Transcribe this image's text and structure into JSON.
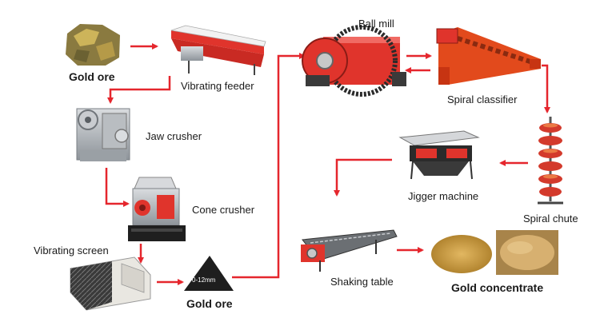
{
  "diagram": {
    "nodes": [
      {
        "id": "gold_ore_input",
        "label": "Gold ore",
        "icon": "gold-ore-rock-icon"
      },
      {
        "id": "vibrating_feeder",
        "label": "Vibrating feeder",
        "icon": "vibrating-feeder-icon"
      },
      {
        "id": "jaw_crusher",
        "label": "Jaw crusher",
        "icon": "jaw-crusher-icon"
      },
      {
        "id": "cone_crusher",
        "label": "Cone crusher",
        "icon": "cone-crusher-icon"
      },
      {
        "id": "vibrating_screen",
        "label": "Vibrating screen",
        "icon": "vibrating-screen-icon"
      },
      {
        "id": "gold_ore_sized",
        "label": "Gold ore",
        "size_label": "0-12mm",
        "icon": "ore-pile-triangle-icon"
      },
      {
        "id": "ball_mill",
        "label": "Ball mill",
        "icon": "ball-mill-icon"
      },
      {
        "id": "spiral_classifier",
        "label": "Spiral classifier",
        "icon": "spiral-classifier-icon"
      },
      {
        "id": "spiral_chute",
        "label": "Spiral chute",
        "icon": "spiral-chute-icon"
      },
      {
        "id": "jigger_machine",
        "label": "Jigger machine",
        "icon": "jigger-machine-icon"
      },
      {
        "id": "shaking_table",
        "label": "Shaking table",
        "icon": "shaking-table-icon"
      },
      {
        "id": "gold_concentrate",
        "label": "Gold concentrate",
        "icon": "gold-concentrate-icon"
      }
    ],
    "edges": [
      {
        "from": "gold_ore_input",
        "to": "vibrating_feeder"
      },
      {
        "from": "vibrating_feeder",
        "to": "jaw_crusher"
      },
      {
        "from": "jaw_crusher",
        "to": "cone_crusher"
      },
      {
        "from": "cone_crusher",
        "to": "vibrating_screen"
      },
      {
        "from": "vibrating_screen",
        "to": "gold_ore_sized"
      },
      {
        "from": "gold_ore_sized",
        "to": "ball_mill"
      },
      {
        "from": "ball_mill",
        "to": "spiral_classifier"
      },
      {
        "from": "spiral_classifier",
        "to": "ball_mill"
      },
      {
        "from": "spiral_classifier",
        "to": "spiral_chute"
      },
      {
        "from": "spiral_chute",
        "to": "jigger_machine"
      },
      {
        "from": "jigger_machine",
        "to": "shaking_table"
      },
      {
        "from": "shaking_table",
        "to": "gold_concentrate"
      }
    ],
    "colors": {
      "arrow": "#e5262d",
      "machine_red": "#e0342c",
      "steel": "#8e949a",
      "dark": "#2b2b2b",
      "gold": "#c99a3a"
    }
  }
}
